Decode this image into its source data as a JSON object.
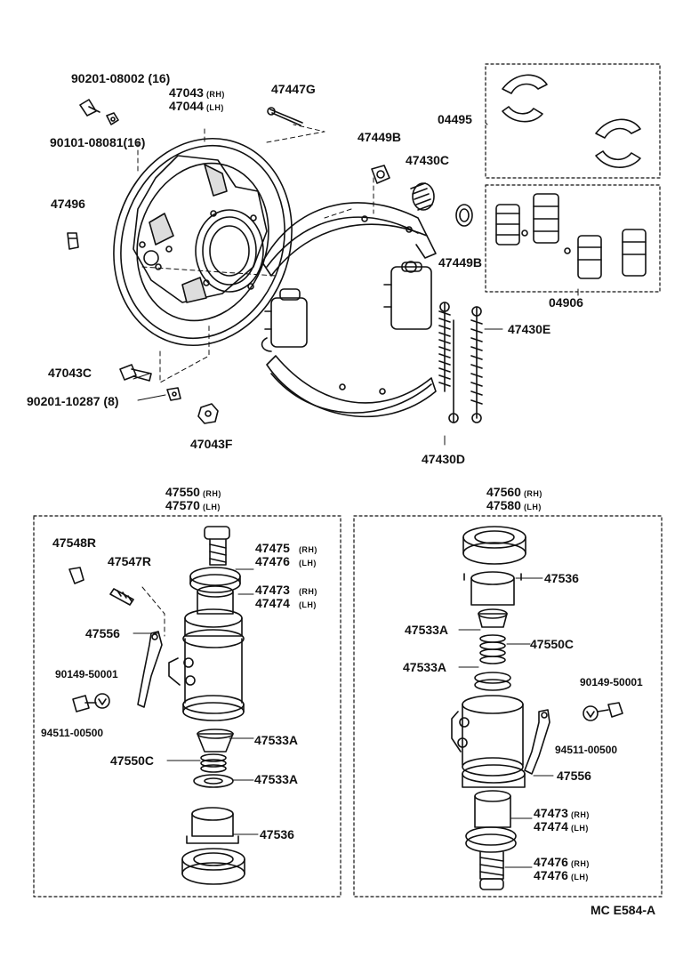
{
  "labels": {
    "p90201_08002": "90201-08002 (16)",
    "p47043": "47043",
    "p47044": "47044",
    "p47447g": "47447G",
    "p90101_08081": "90101-08081(16)",
    "p04495": "04495",
    "p47449b_top": "47449B",
    "p47430c": "47430C",
    "p47496": "47496",
    "p47449b_bot": "47449B",
    "p04906": "04906",
    "p47430e": "47430E",
    "p47043c": "47043C",
    "p90201_10287": "90201-10287 (8)",
    "p47043f": "47043F",
    "p47430d": "47430D",
    "p47550": "47550",
    "p47570": "47570",
    "p47560": "47560",
    "p47580": "47580",
    "p47548r": "47548R",
    "p47547r": "47547R",
    "p47475": "47475",
    "p47476_l": "47476",
    "p47473_l": "47473",
    "p47474_l": "47474",
    "p47556_l": "47556",
    "p90149_l": "90149-50001",
    "p94511_l": "94511-00500",
    "p47533a_l1": "47533A",
    "p47550c_l": "47550C",
    "p47533a_l2": "47533A",
    "p47536_l": "47536",
    "p47536_r": "47536",
    "p47533a_r1": "47533A",
    "p47550c_r": "47550C",
    "p47533a_r2": "47533A",
    "p90149_r": "90149-50001",
    "p94511_r": "94511-00500",
    "p47556_r": "47556",
    "p47473_r": "47473",
    "p47474_r": "47474",
    "p47476_r1": "47476",
    "p47476_r2": "47476"
  },
  "suffix": {
    "rh": "(RH)",
    "lh": "(LH)"
  },
  "drawing_code": "MC E584-A"
}
